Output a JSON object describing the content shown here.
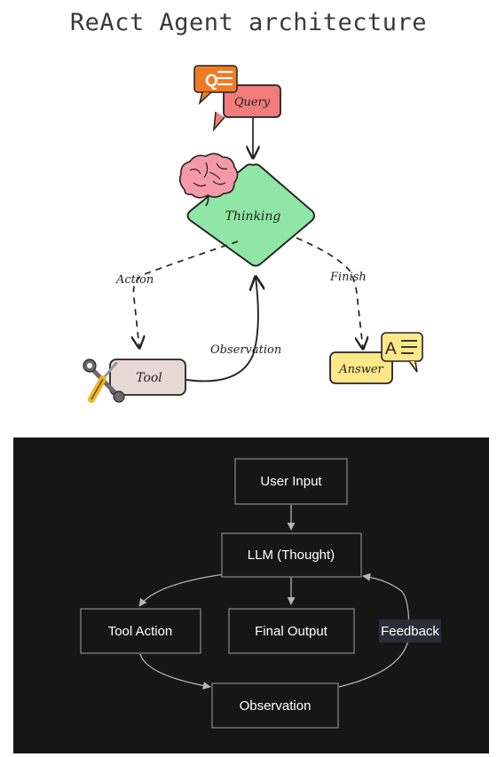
{
  "top_diagram": {
    "title": "ReAct Agent architecture",
    "nodes": {
      "query": "Query",
      "thinking": "Thinking",
      "tool": "Tool",
      "answer": "Answer"
    },
    "edges": {
      "action": "Action",
      "finish": "Finish",
      "observation": "Observation"
    },
    "icons": {
      "query_badge": "Q",
      "answer_badge": "A"
    },
    "colors": {
      "query": "#f07c7c",
      "thinking": "#90e6a4",
      "tool": "#e6d8d2",
      "answer": "#fde889",
      "badge": "#f07a24",
      "brain": "#f39aa6"
    }
  },
  "bottom_diagram": {
    "nodes": {
      "user_input": "User Input",
      "llm": "LLM (Thought)",
      "tool_action": "Tool Action",
      "final_output": "Final Output",
      "observation": "Observation"
    },
    "edges": {
      "feedback": "Feedback"
    },
    "colors": {
      "background": "#161616",
      "node_border": "#8a8a8a",
      "edge": "#b4b4b4",
      "label_bg": "#2c2c38"
    }
  }
}
